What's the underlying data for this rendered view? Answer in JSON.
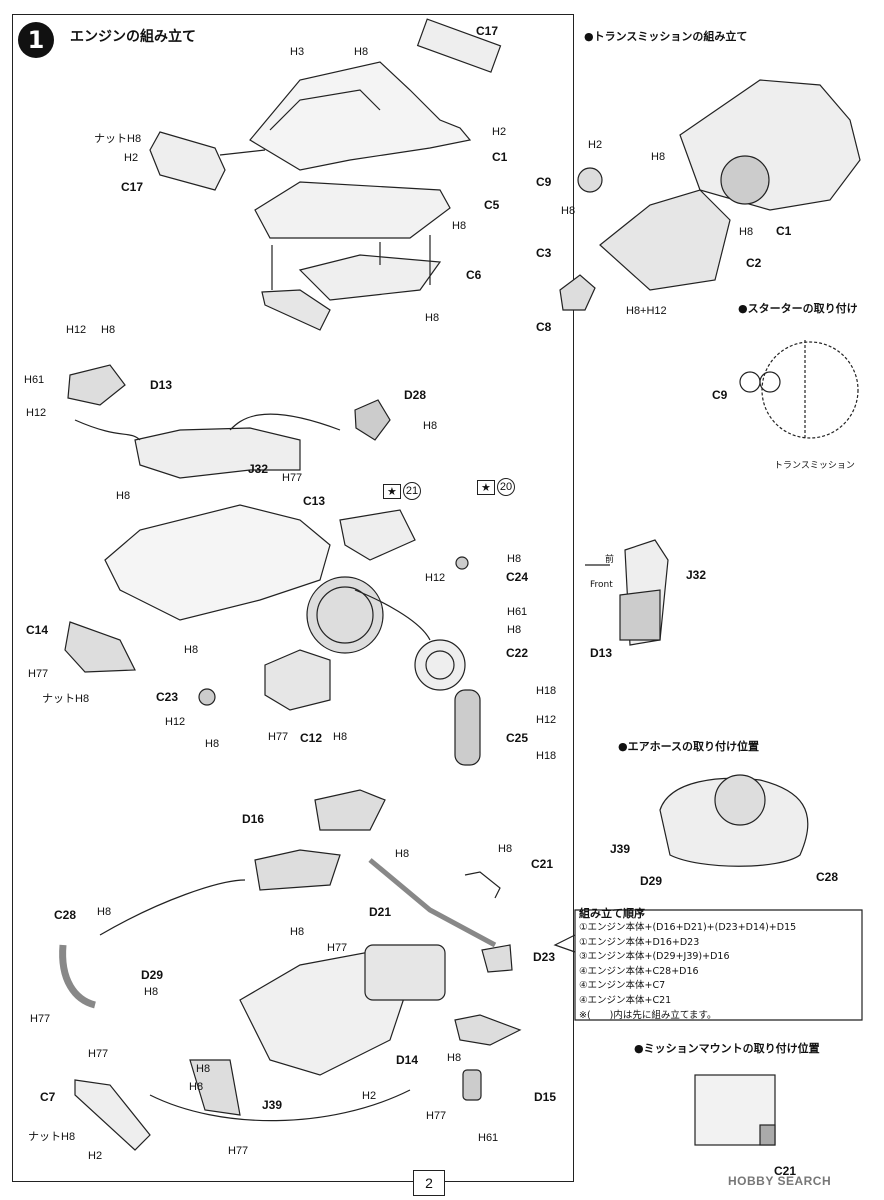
{
  "step": {
    "number": "1",
    "title": "エンジンの組み立て"
  },
  "sections": {
    "transmission": "●トランスミッションの組み立て",
    "starter": "●スターターの取り付け",
    "airhose": "●エアホースの取り付け位置",
    "mission_mount": "●ミッションマウントの取り付け位置"
  },
  "part_labels": [
    "C17",
    "C1",
    "C5",
    "C6",
    "C17",
    "D13",
    "D28",
    "J32",
    "C13",
    "C24",
    "C14",
    "C22",
    "C23",
    "C12",
    "C25",
    "D16",
    "C28",
    "D29",
    "C7",
    "J39",
    "D21",
    "C21",
    "D23",
    "D14",
    "D15",
    "C9",
    "C1",
    "C3",
    "C2",
    "C8",
    "C9",
    "J32",
    "D13",
    "J39",
    "D29",
    "C28",
    "C21"
  ],
  "hardware_labels": [
    "H3",
    "H8",
    "H2",
    "ナットH8",
    "H2",
    "H8",
    "H8",
    "H12",
    "H8",
    "H61",
    "H12",
    "H8",
    "H77",
    "H8",
    "H8",
    "H12",
    "H61",
    "H8",
    "H77",
    "ナットH8",
    "H8",
    "H12",
    "H8",
    "H18",
    "H12",
    "H18",
    "H77",
    "H8",
    "H8",
    "H8",
    "H77",
    "H8",
    "H8",
    "H8",
    "H77",
    "H8",
    "H77",
    "H8",
    "H2",
    "H77",
    "ナットH8",
    "H2",
    "H8",
    "H77",
    "H61",
    "H2",
    "H8",
    "H8",
    "H8",
    "H8+H12"
  ],
  "stickers": [
    "21",
    "20"
  ],
  "direction": {
    "jp": "前",
    "en": "Front"
  },
  "transmission_caption": "トランスミッション",
  "assembly_order": {
    "title": "組み立て順序",
    "lines": [
      "①エンジン本体+(D16+D21)+(D23+D14)+D15",
      "①エンジン本体+D16+D23",
      "③エンジン本体+(D29+J39)+D16",
      "④エンジン本体+C28+D16",
      "④エンジン本体+C7",
      "④エンジン本体+C21",
      "※(　　)内は先に組み立てます。"
    ]
  },
  "page_number": "2",
  "watermark": "HOBBY SEARCH"
}
